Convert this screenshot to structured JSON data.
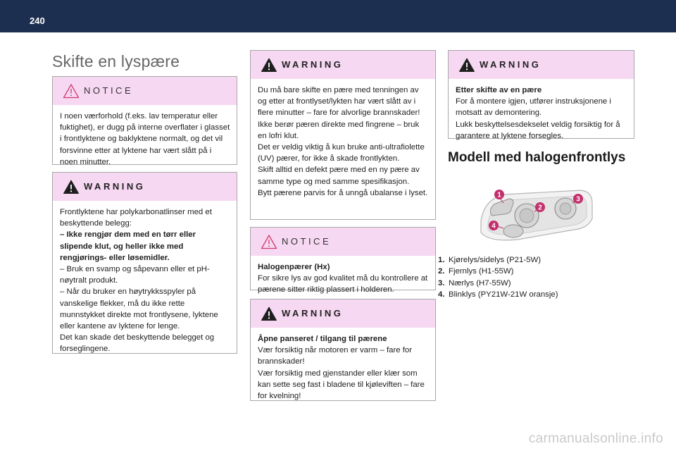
{
  "page": {
    "number": "240"
  },
  "title": "Skifte en lyspære",
  "boxes": {
    "notice1": {
      "label": "NOTICE",
      "text": "I noen værforhold (f.eks. lav temperatur eller fuktighet), er dugg på interne overflater i glasset i frontlyktene og baklyktene normalt, og det vil forsvinne etter at lyktene har vært slått på i noen minutter."
    },
    "warning1": {
      "label": "WARNING",
      "l1": "Frontlyktene har polykarbonatlinser med et beskyttende belegg:",
      "l2_bold": "–  Ikke rengjør dem med en tørr eller slipende klut, og heller ikke med rengjørings- eller løsemidler.",
      "l3": "–  Bruk en svamp og såpevann eller et pH-nøytralt produkt.",
      "l4": "–  Når du bruker en høytrykksspyler på vanskelige flekker, må du ikke rette munnstykket direkte mot frontlysene, lyktene eller kantene av lyktene for lenge.",
      "l5": "Det kan skade det beskyttende belegget og forseglingene."
    },
    "warning2": {
      "label": "WARNING",
      "l1": "Du må bare skifte en pære med tenningen av og etter at frontlyset/lykten har vært slått av i flere minutter – fare for alvorlige brannskader!",
      "l2": "Ikke berør pæren direkte med fingrene – bruk en lofri klut.",
      "l3": "Det er veldig viktig å kun bruke anti-ultrafiolette (UV) pærer, for ikke å skade frontlykten.",
      "l4": "Skift alltid en defekt pære med en ny pære av samme type og med samme spesifikasjon.",
      "l5": "Bytt pærene parvis for å unngå ubalanse i lyset."
    },
    "notice2": {
      "label": "NOTICE",
      "heading": "Halogenpærer (Hx)",
      "text": "For sikre lys av god kvalitet må du kontrollere at pærene sitter riktig plassert i holderen."
    },
    "warning3": {
      "label": "WARNING",
      "heading": "Åpne panseret / tilgang til pærene",
      "l1": "Vær forsiktig når motoren er varm – fare for brannskader!",
      "l2": "Vær forsiktig med gjenstander eller klær som kan sette seg fast i bladene til kjøleviften – fare for kvelning!"
    },
    "warning4": {
      "label": "WARNING",
      "heading": "Etter skifte av en pære",
      "l1": "For å montere igjen, utfører instruksjonene i motsatt av demontering.",
      "l2": "Lukk beskyttelsesdekselet veldig forsiktig for å garantere at lyktene forsegles."
    }
  },
  "section_heading": "Modell med halogenfrontlys",
  "figure": {
    "callouts": [
      "1",
      "2",
      "3",
      "4"
    ],
    "accent": "#c42f6e"
  },
  "list": [
    {
      "num": "1.",
      "text": "Kjørelys/sidelys (P21-5W)"
    },
    {
      "num": "2.",
      "text": "Fjernlys (H1-55W)"
    },
    {
      "num": "3.",
      "text": "Nærlys (H7-55W)"
    },
    {
      "num": "4.",
      "text": "Blinklys (PY21W-21W oransje)"
    }
  ],
  "footer": "carmanualsonline.info",
  "colors": {
    "header_bar": "#1c2f50",
    "box_header": "#f7d8f2",
    "notice_icon": "#d03a6e"
  }
}
